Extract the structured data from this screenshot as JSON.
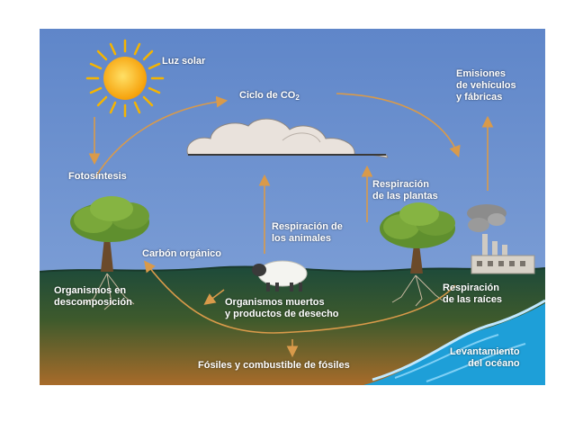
{
  "diagram": {
    "labels": {
      "sunlight": "Luz solar",
      "cycle_title": "Ciclo de CO",
      "cycle_title_subscript": "2",
      "emissions": "Emisiones\nde vehículos\ny fábricas",
      "photosynthesis": "Fotosíntesis",
      "plant_respiration": "Respiración\nde las plantas",
      "animal_respiration": "Respiración de\nlos animales",
      "organic_carbon": "Carbón orgánico",
      "decomposing_organisms": "Organismos en\ndescomposición",
      "dead_organisms": "Organismos muertos\ny productos de desecho",
      "root_respiration": "Respiración\nde las raíces",
      "fossils": "Fósiles y combustible de fósiles",
      "ocean_uplift": "Levantamiento\ndel océano"
    },
    "colors": {
      "sky": "#6f92cf",
      "ground_top": "#1f4f3f",
      "ground_bottom": "#a36a2c",
      "arrow": "#d99a4a",
      "ocean": "#1e9fd8",
      "sun": "#f5a800"
    },
    "icons": [
      "sun-icon",
      "cloud-icon",
      "tree-icon",
      "sheep-icon",
      "factory-icon",
      "ocean-icon"
    ]
  }
}
